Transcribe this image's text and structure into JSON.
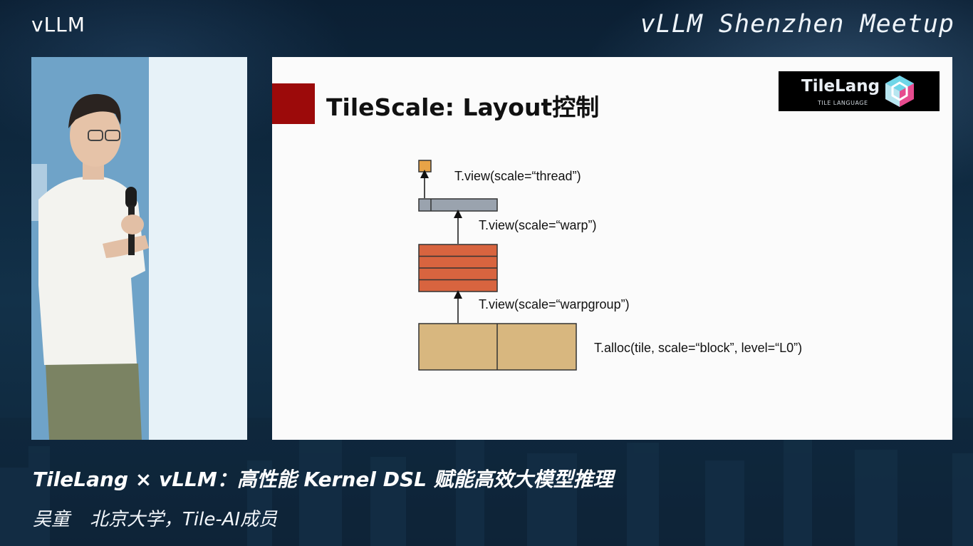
{
  "header": {
    "brand": "vLLM",
    "event": "vLLM Shenzhen Meetup"
  },
  "slide": {
    "title": "TileScale: Layout控制",
    "logo": {
      "word": "TileLang",
      "sub": "TILE LANGUAGE"
    },
    "diagram": {
      "labels": {
        "thread": "T.view(scale=“thread”)",
        "warp": "T.view(scale=“warp”)",
        "warpgroup": "T.view(scale=“warpgroup”)",
        "block": "T.alloc(tile, scale=“block”, level=“L0”)"
      },
      "colors": {
        "thread": "#e8a347",
        "warp": "#9aa3ae",
        "warpgroup": "#d8643f",
        "block": "#d8b77f"
      }
    }
  },
  "lower_third": {
    "talk_title": "TileLang × vLLM：高性能 Kernel DSL 赋能高效大模型推理",
    "speaker_name": "吴童",
    "speaker_affiliation": "北京大学，Tile-AI成员"
  }
}
